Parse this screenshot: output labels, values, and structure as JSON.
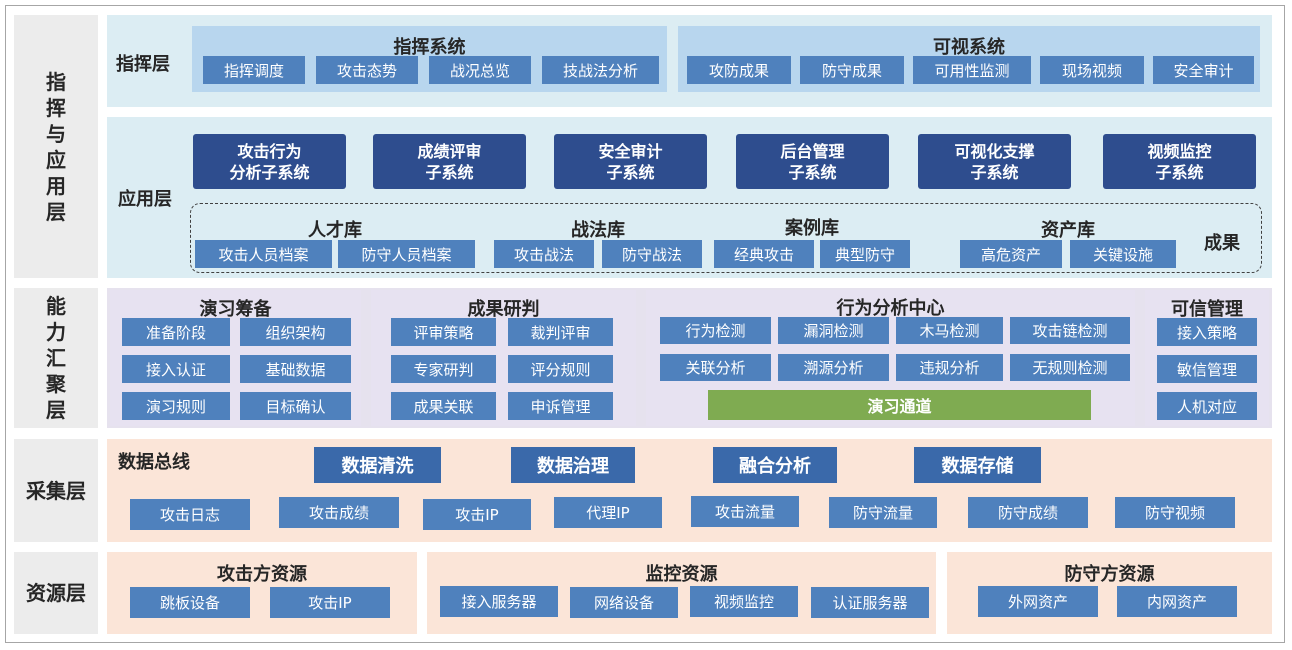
{
  "layers": {
    "command_app": "指挥与应用层",
    "capability": "能力汇聚层",
    "collection": "采集层",
    "resource": "资源层"
  },
  "command": {
    "label": "指挥层",
    "sys1": {
      "title": "指挥系统",
      "items": [
        "指挥调度",
        "攻击态势",
        "战况总览",
        "技战法分析"
      ]
    },
    "sys2": {
      "title": "可视系统",
      "items": [
        "攻防成果",
        "防守成果",
        "可用性监测",
        "现场视频",
        "安全审计"
      ]
    }
  },
  "application": {
    "label": "应用层",
    "subsystems": [
      [
        "攻击行为",
        "分析子系统"
      ],
      [
        "成绩评审",
        "子系统"
      ],
      [
        "安全审计",
        "子系统"
      ],
      [
        "后台管理",
        "子系统"
      ],
      [
        "可视化支撑",
        "子系统"
      ],
      [
        "视频监控",
        "子系统"
      ]
    ],
    "results_label": "成果",
    "libraries": {
      "talent": {
        "title": "人才库",
        "items": [
          "攻击人员档案",
          "防守人员档案"
        ]
      },
      "tactics": {
        "title": "战法库",
        "items": [
          "攻击战法",
          "防守战法"
        ]
      },
      "cases": {
        "title": "案例库",
        "items": [
          "经典攻击",
          "典型防守"
        ]
      },
      "assets": {
        "title": "资产库",
        "items": [
          "高危资产",
          "关键设施"
        ]
      }
    }
  },
  "capability": {
    "prep": {
      "title": "演习筹备",
      "items": [
        "准备阶段",
        "组织架构",
        "接入认证",
        "基础数据",
        "演习规则",
        "目标确认"
      ]
    },
    "judge": {
      "title": "成果研判",
      "items": [
        "评审策略",
        "裁判评审",
        "专家研判",
        "评分规则",
        "成果关联",
        "申诉管理"
      ]
    },
    "behavior": {
      "title": "行为分析中心",
      "items": [
        "行为检测",
        "漏洞检测",
        "木马检测",
        "攻击链检测",
        "关联分析",
        "溯源分析",
        "违规分析",
        "无规则检测"
      ],
      "channel": "演习通道"
    },
    "trust": {
      "title": "可信管理",
      "items": [
        "接入策略",
        "敏信管理",
        "人机对应"
      ]
    }
  },
  "collection": {
    "bus": "数据总线",
    "processes": [
      "数据清洗",
      "数据治理",
      "融合分析",
      "数据存储"
    ],
    "sources": [
      "攻击日志",
      "攻击成绩",
      "攻击IP",
      "代理IP",
      "攻击流量",
      "防守流量",
      "防守成绩",
      "防守视频"
    ]
  },
  "resource": {
    "attack": {
      "title": "攻击方资源",
      "items": [
        "跳板设备",
        "攻击IP"
      ]
    },
    "monitor": {
      "title": "监控资源",
      "items": [
        "接入服务器",
        "网络设备",
        "视频监控",
        "认证服务器"
      ]
    },
    "defense": {
      "title": "防守方资源",
      "items": [
        "外网资产",
        "内网资产"
      ]
    }
  }
}
